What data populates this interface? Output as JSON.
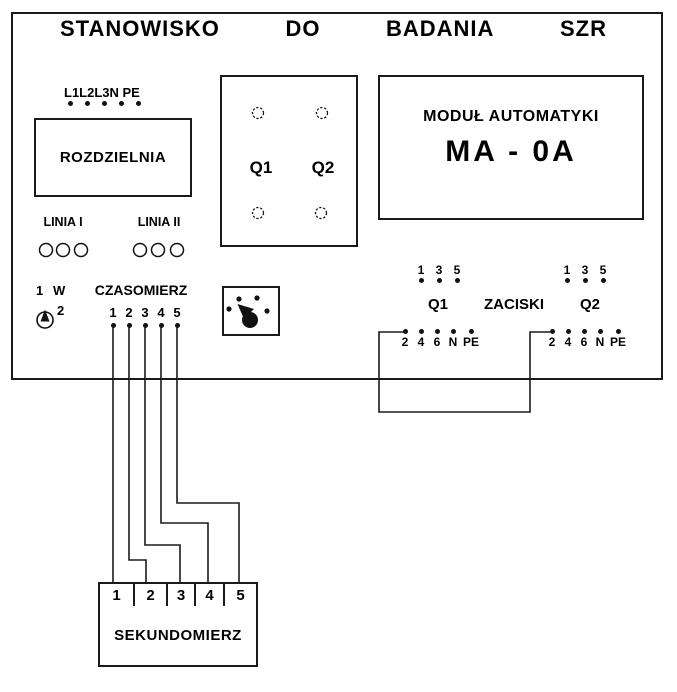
{
  "title": {
    "words": [
      "STANOWISKO",
      "DO",
      "BADANIA",
      "SZR"
    ]
  },
  "panel": {
    "power_label": "L1L2L3N PE",
    "rozdzielnia_label": "ROZDZIELNIA",
    "linia1_label": "LINIA I",
    "linia2_label": "LINIA II",
    "switch": {
      "pos1": "1",
      "mode": "W",
      "pos2": "2"
    },
    "czasomierz": {
      "label": "CZASOMIERZ",
      "terminals": [
        "1",
        "2",
        "3",
        "4",
        "5"
      ]
    },
    "contactor_box": {
      "q1": "Q1",
      "q2": "Q2"
    },
    "module": {
      "name": "MODUŁ AUTOMATYKI",
      "model": "MA - 0A"
    },
    "zaciski": {
      "label": "ZACISKI",
      "q1": "Q1",
      "q2": "Q2",
      "q1_top": [
        "1",
        "3",
        "5"
      ],
      "q2_top": [
        "1",
        "3",
        "5"
      ],
      "q1_bottom": [
        "2",
        "4",
        "6",
        "N",
        "PE"
      ],
      "q2_bottom": [
        "2",
        "4",
        "6",
        "N",
        "PE"
      ]
    }
  },
  "sekundomierz": {
    "label": "SEKUNDOMIERZ",
    "terminals": [
      "1",
      "2",
      "3",
      "4",
      "5"
    ]
  },
  "colors": {
    "line": "#1a1a1a",
    "text": "#000000",
    "background": "#ffffff"
  }
}
